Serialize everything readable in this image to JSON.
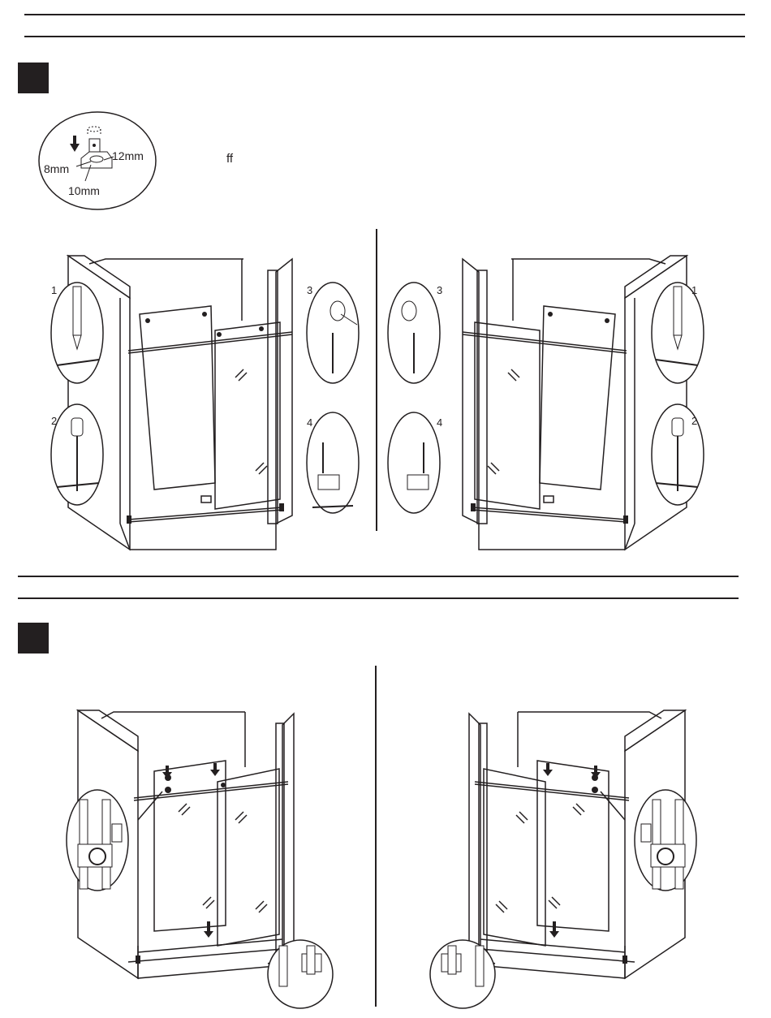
{
  "step1": {
    "header_text": "",
    "instruction_text": "ff",
    "detail": {
      "dim_top": "12mm",
      "dim_left": "8mm",
      "dim_bottom": "10mm"
    },
    "callouts": [
      "1",
      "2",
      "3",
      "4"
    ]
  },
  "step2": {
    "header_text": ""
  },
  "colors": {
    "ink": "#231f20",
    "paper": "#ffffff"
  }
}
